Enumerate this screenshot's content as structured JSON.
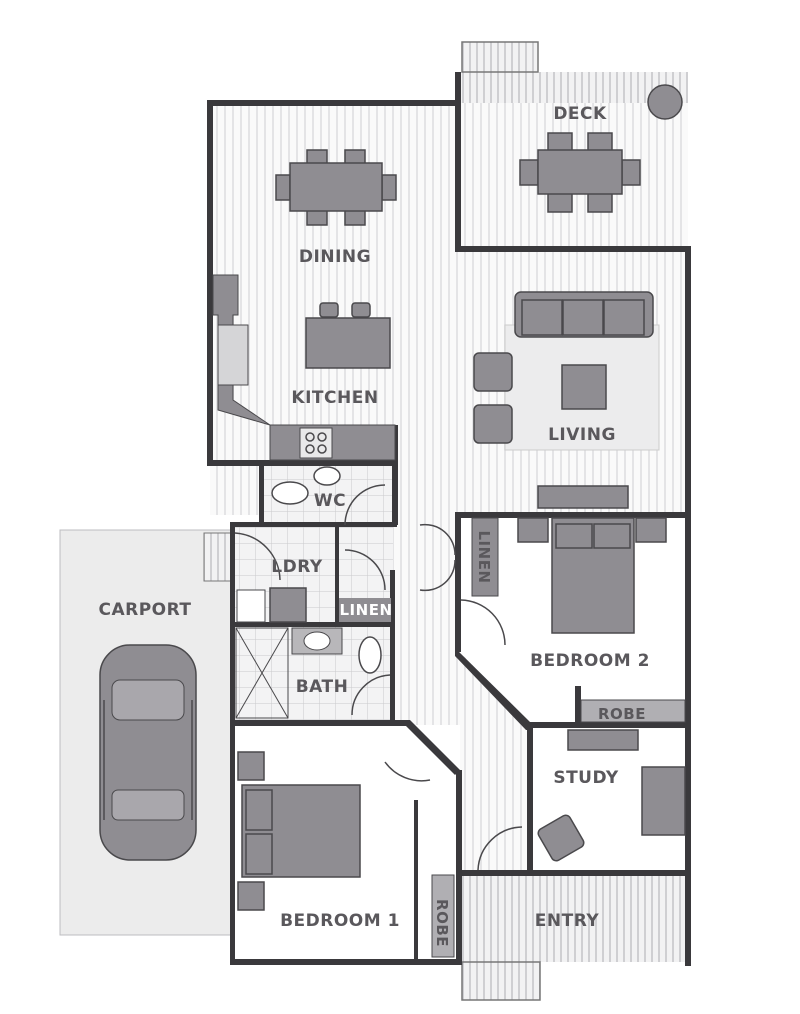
{
  "rooms": {
    "deck": "DECK",
    "dining": "DINING",
    "kitchen": "KITCHEN",
    "living": "LIVING",
    "wc": "WC",
    "laundry": "LDRY",
    "linen_hall": "LINEN",
    "linen_bed2": "LINEN",
    "carport": "CARPORT",
    "bedroom2": "BEDROOM 2",
    "robe_bed2": "ROBE",
    "bath": "BATH",
    "study": "STUDY",
    "bedroom1": "BEDROOM 1",
    "robe_bed1": "ROBE",
    "entry": "ENTRY"
  },
  "colors": {
    "wall": "#3a393c",
    "furniture": "#8f8d92",
    "floor_stripe": "#e2e2e4",
    "carport": "#ececec"
  }
}
